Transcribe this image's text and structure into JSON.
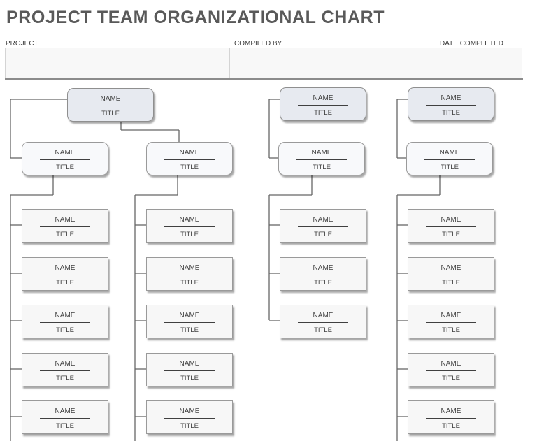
{
  "title": "PROJECT TEAM ORGANIZATIONAL CHART",
  "info": {
    "project_label": "PROJECT",
    "compiled_by_label": "COMPILED BY",
    "date_completed_label": "DATE COMPLETED",
    "project_value": "",
    "compiled_by_value": "",
    "date_completed_value": ""
  },
  "node_name_text": "NAME",
  "node_title_text": "TITLE",
  "columns": [
    {
      "lead": {
        "name": "NAME",
        "title": "TITLE"
      },
      "subgroups": [
        {
          "head": {
            "name": "NAME",
            "title": "TITLE"
          },
          "members": [
            {
              "name": "NAME",
              "title": "TITLE"
            },
            {
              "name": "NAME",
              "title": "TITLE"
            },
            {
              "name": "NAME",
              "title": "TITLE"
            },
            {
              "name": "NAME",
              "title": "TITLE"
            },
            {
              "name": "NAME",
              "title": "TITLE"
            }
          ]
        },
        {
          "head": {
            "name": "NAME",
            "title": "TITLE"
          },
          "members": [
            {
              "name": "NAME",
              "title": "TITLE"
            },
            {
              "name": "NAME",
              "title": "TITLE"
            },
            {
              "name": "NAME",
              "title": "TITLE"
            },
            {
              "name": "NAME",
              "title": "TITLE"
            },
            {
              "name": "NAME",
              "title": "TITLE"
            }
          ]
        }
      ]
    },
    {
      "lead": {
        "name": "NAME",
        "title": "TITLE"
      },
      "subgroups": [
        {
          "head": {
            "name": "NAME",
            "title": "TITLE"
          },
          "members": [
            {
              "name": "NAME",
              "title": "TITLE"
            },
            {
              "name": "NAME",
              "title": "TITLE"
            },
            {
              "name": "NAME",
              "title": "TITLE"
            }
          ]
        }
      ]
    },
    {
      "lead": {
        "name": "NAME",
        "title": "TITLE"
      },
      "subgroups": [
        {
          "head": {
            "name": "NAME",
            "title": "TITLE"
          },
          "members": [
            {
              "name": "NAME",
              "title": "TITLE"
            },
            {
              "name": "NAME",
              "title": "TITLE"
            },
            {
              "name": "NAME",
              "title": "TITLE"
            },
            {
              "name": "NAME",
              "title": "TITLE"
            },
            {
              "name": "NAME",
              "title": "TITLE"
            }
          ]
        }
      ]
    }
  ]
}
